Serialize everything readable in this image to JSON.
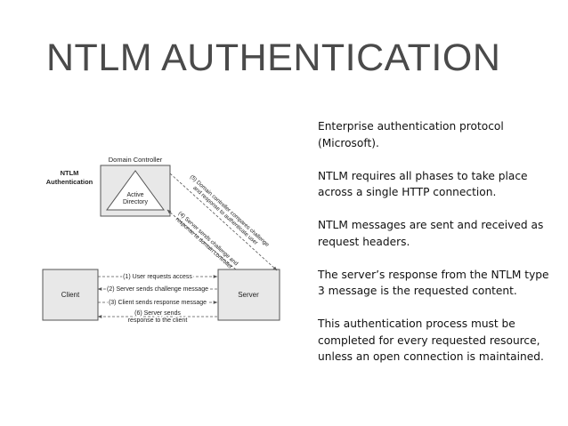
{
  "slide": {
    "title": "NTLM AUTHENTICATION",
    "bullets": [
      "Enterprise authentication protocol (Microsoft).",
      "NTLM requires all phases to take place across a single HTTP connection.",
      "NTLM messages are sent and received as request headers.",
      "The server’s response from the NTLM type 3 message is the requested content.",
      "This authentication process must be completed for every requested resource, unless an open connection is maintained."
    ]
  },
  "diagram": {
    "label_line1": "NTLM",
    "label_line2": "Authentication",
    "domain_controller_label": "Domain Controller",
    "active_directory_line1": "Active",
    "active_directory_line2": "Directory",
    "client_label": "Client",
    "server_label": "Server",
    "messages": [
      "(1) User requests access",
      "(2) Server sends challenge message",
      "(3) Client sends response message",
      "(6) Server sends",
      "response to the client"
    ],
    "dc_messages": {
      "m5_line1": "(5) Domain controller compares challenge",
      "m5_line2": "and response to authenticate user",
      "m4_line1": "(4) Server sends challenge and",
      "m4_line2": "response to domain controller"
    },
    "colors": {
      "box_fill": "#e8e8e8",
      "stroke": "#555555",
      "text": "#222222"
    }
  }
}
